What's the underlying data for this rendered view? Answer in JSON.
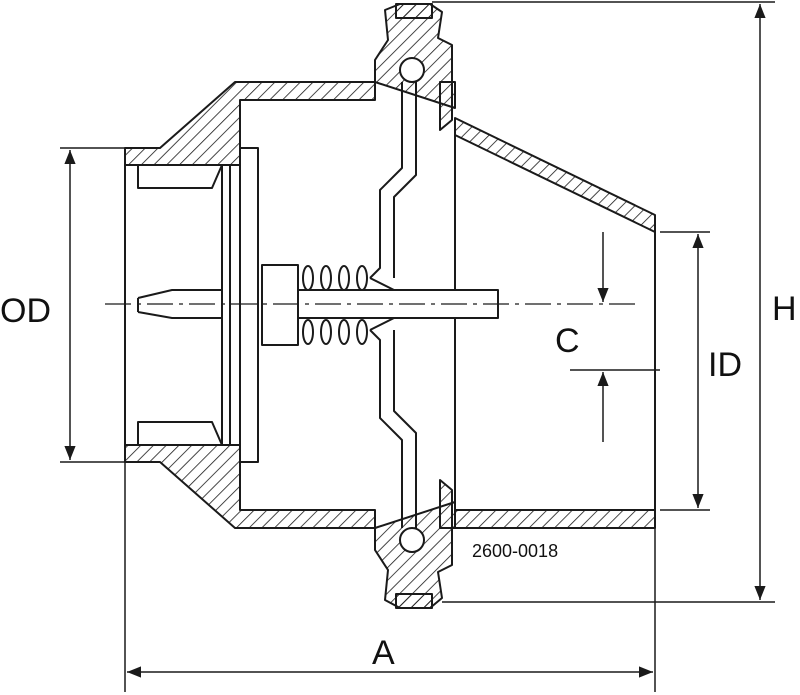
{
  "labels": {
    "od": "OD",
    "id": "ID",
    "h": "H",
    "c": "C",
    "a": "A"
  },
  "part_number": "2600-0018",
  "colors": {
    "line": "#1a1a1a",
    "background": "#ffffff"
  }
}
